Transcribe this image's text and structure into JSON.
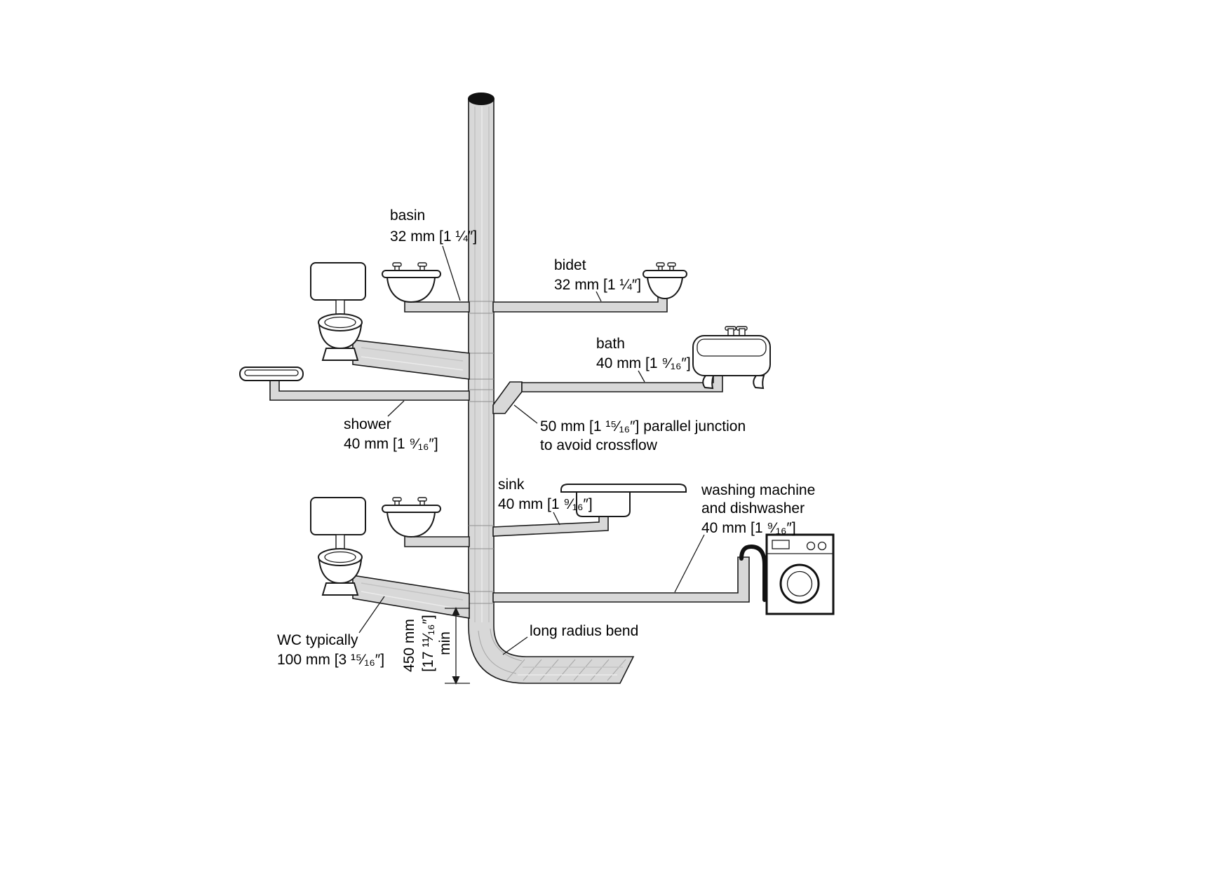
{
  "colors": {
    "pipe_fill": "#d8d8d8",
    "outline": "#1a1a1a",
    "background": "#ffffff",
    "stack_cap": "#111111"
  },
  "labels": {
    "basin": {
      "name": "basin",
      "size": "32 mm [1 ¼″]"
    },
    "bidet": {
      "name": "bidet",
      "size": "32 mm [1 ¼″]"
    },
    "bath": {
      "name": "bath",
      "size": "40 mm [1 ⁹⁄₁₆″]"
    },
    "shower": {
      "name": "shower",
      "size": "40 mm [1 ⁹⁄₁₆″]"
    },
    "junction": {
      "line1": "50 mm [1 ¹⁵⁄₁₆″] parallel junction",
      "line2": "to avoid crossflow"
    },
    "sink": {
      "name": "sink",
      "size": "40 mm [1 ⁹⁄₁₆″]"
    },
    "washing_machine": {
      "line1": "washing machine",
      "line2": "and dishwasher",
      "size": "40 mm [1 ⁹⁄₁₆″]"
    },
    "wc": {
      "line1": "WC typically",
      "line2": "100 mm [3 ¹⁵⁄₁₆″]"
    },
    "dimension": {
      "value_mm": "450 mm",
      "value_in": "[17 ¹¹⁄₁₆″]",
      "suffix": "min"
    },
    "bend": {
      "label": "long radius bend"
    }
  }
}
